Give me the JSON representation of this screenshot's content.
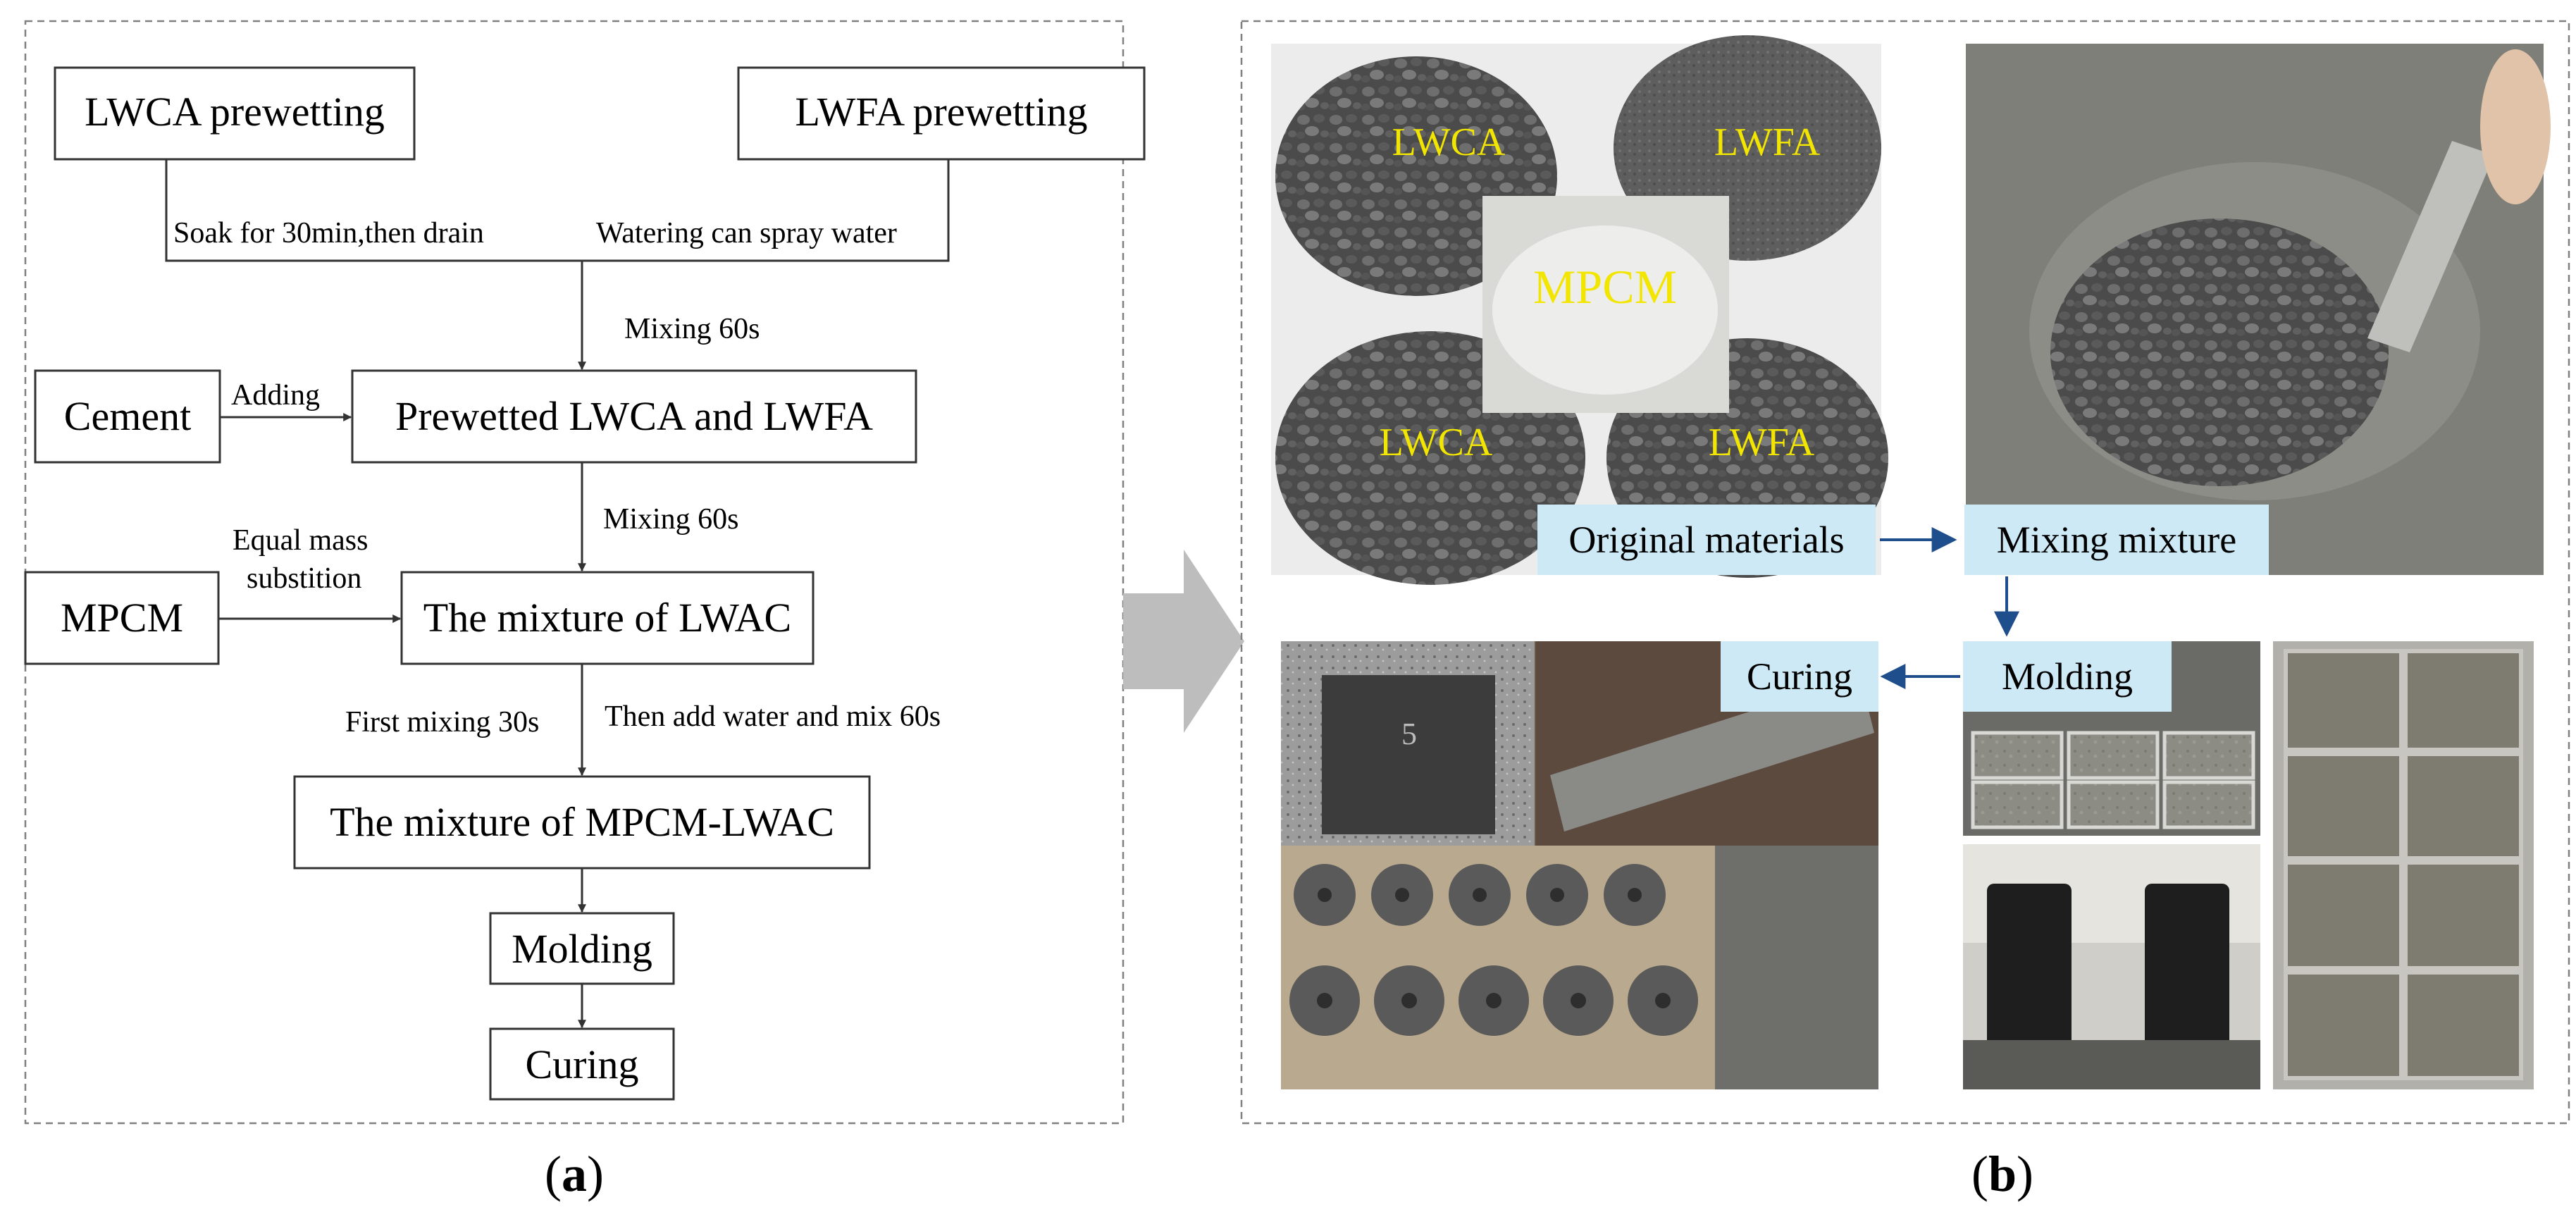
{
  "panel_a": {
    "caption": "(a)",
    "caption_letter": "a",
    "nodes": {
      "lwca_prewetting": "LWCA prewetting",
      "lwfa_prewetting": "LWFA prewetting",
      "cement": "Cement",
      "prewetted": "Prewetted LWCA and LWFA",
      "mpcm": "MPCM",
      "mixture_lwac": "The mixture of LWAC",
      "mixture_mpcm_lwac": "The mixture of MPCM-LWAC",
      "molding": "Molding",
      "curing": "Curing"
    },
    "labels": {
      "soak": "Soak for 30min,then drain",
      "watering": "Watering can spray water",
      "mixing1": "Mixing 60s",
      "adding": "Adding",
      "mixing2": "Mixing 60s",
      "equal_mass_1": "Equal mass",
      "equal_mass_2": "substition",
      "first_mixing": "First mixing 30s",
      "then_add": "Then add water and mix 60s"
    }
  },
  "panel_b": {
    "caption": "(b)",
    "caption_letter": "b",
    "photo_labels": {
      "lwca_top": "LWCA",
      "lwfa_top": "LWFA",
      "mpcm": "MPCM",
      "lwca_bottom": "LWCA",
      "lwfa_bottom": "LWFA"
    },
    "steps": {
      "original": "Original materials",
      "mixing": "Mixing mixture",
      "molding": "Molding",
      "curing": "Curing"
    },
    "specimen_label": "5"
  },
  "colors": {
    "step_box": "#cde9f6",
    "step_arrow": "#1f4e8c",
    "photo_label": "#f2e600",
    "big_arrow": "#bdbdbd",
    "dashed_border": "#808080"
  }
}
